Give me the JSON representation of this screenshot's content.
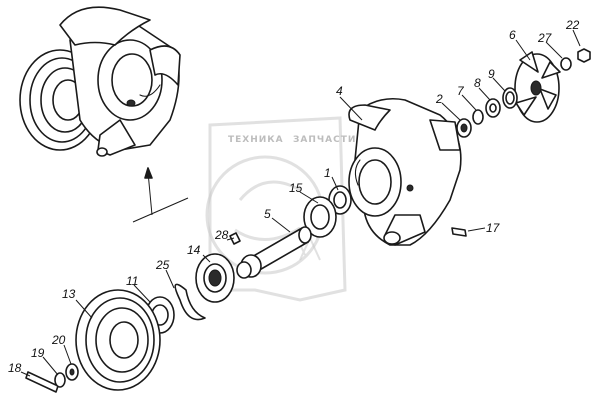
{
  "watermark": {
    "caption_left": "ТЕХНИКА",
    "caption_right": "ЗАПЧАСТИ",
    "logo_text": "ЭПС"
  },
  "callouts": {
    "p1": "1",
    "p2": "2",
    "p4": "4",
    "p5": "5",
    "p6": "6",
    "p7": "7",
    "p8": "8",
    "p9": "9",
    "p11": "11",
    "p13": "13",
    "p14": "14",
    "p15": "15",
    "p17": "17",
    "p18": "18",
    "p19": "19",
    "p20": "20",
    "p22": "22",
    "p25": "25",
    "p27": "27",
    "p28": "28"
  },
  "colors": {
    "ink": "#1a1a1a",
    "watermark": "#c8c8c8"
  }
}
